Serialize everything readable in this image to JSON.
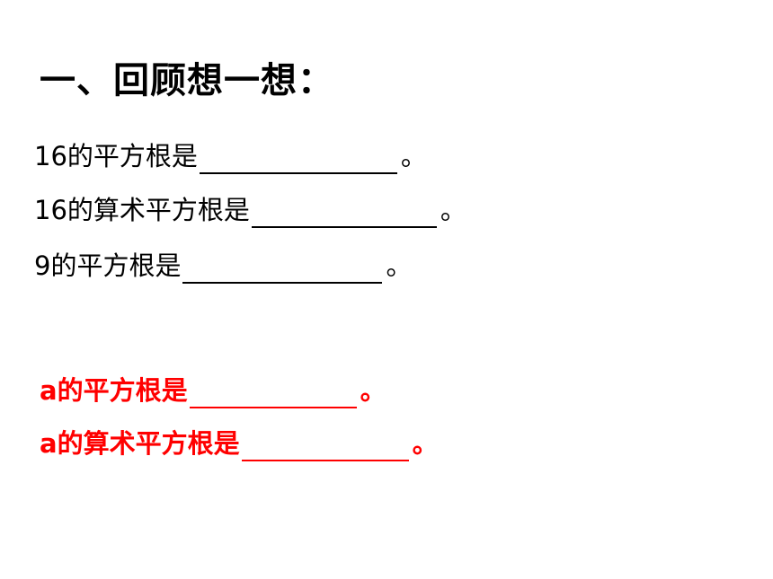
{
  "title": "一、回顾想一想：",
  "questions": [
    {
      "prefix": "16的平方根是",
      "suffix": "。"
    },
    {
      "prefix": "16的算术平方根是",
      "suffix": "。"
    },
    {
      "prefix": "9的平方根是",
      "suffix": "。"
    }
  ],
  "highlighted_questions": [
    {
      "prefix": "a的平方根是",
      "suffix": "。"
    },
    {
      "prefix": "a的算术平方根是",
      "suffix": "。"
    }
  ],
  "colors": {
    "text": "#000000",
    "highlight": "#ff0000",
    "background": "#ffffff"
  }
}
